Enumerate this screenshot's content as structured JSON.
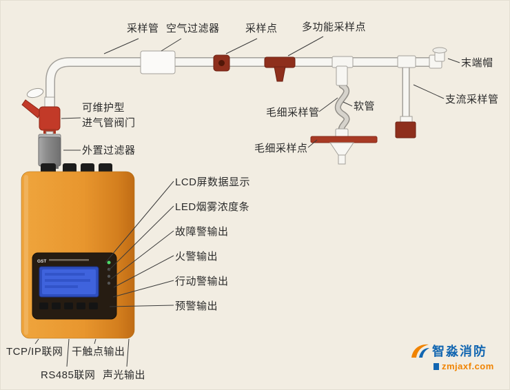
{
  "colors": {
    "bg": "#f2ede2",
    "label_text": "#2b2b2b",
    "dark_red": "#8e2f1c",
    "bar_red": "#a83a24",
    "valve_red": "#c23a28",
    "device_orange_light": "#efa53d",
    "device_orange_dark": "#c06c15",
    "lcd_blue": "#3f63dd",
    "logo_blue": "#1266b1",
    "logo_orange": "#f08300"
  },
  "pipe_labels": {
    "sampling_pipe": "采样管",
    "air_filter": "空气过滤器",
    "sampling_point": "采样点",
    "multi_sampling_point": "多功能采样点",
    "end_cap": "末端帽",
    "branch_pipe": "支流采样管",
    "soft_tube": "软管",
    "capillary_tube": "毛细采样管",
    "capillary_point": "毛细采样点",
    "intake_valve": "可维护型\n进气管阀门",
    "external_filter": "外置过滤器"
  },
  "device_labels": {
    "lcd": "LCD屏数据显示",
    "led_bar": "LED烟雾浓度条",
    "fault_out": "故障警输出",
    "fire_out": "火警输出",
    "action_out": "行动警输出",
    "prewarn_out": "预警输出"
  },
  "port_labels": {
    "tcpip": "TCP/IP联网",
    "dry_contact": "干触点输出",
    "rs485": "RS485联网",
    "sound_light": "声光输出"
  },
  "device_panel": {
    "brand": "GST"
  },
  "logo": {
    "name": "智淼消防",
    "domain": "zmjaxf.com"
  }
}
